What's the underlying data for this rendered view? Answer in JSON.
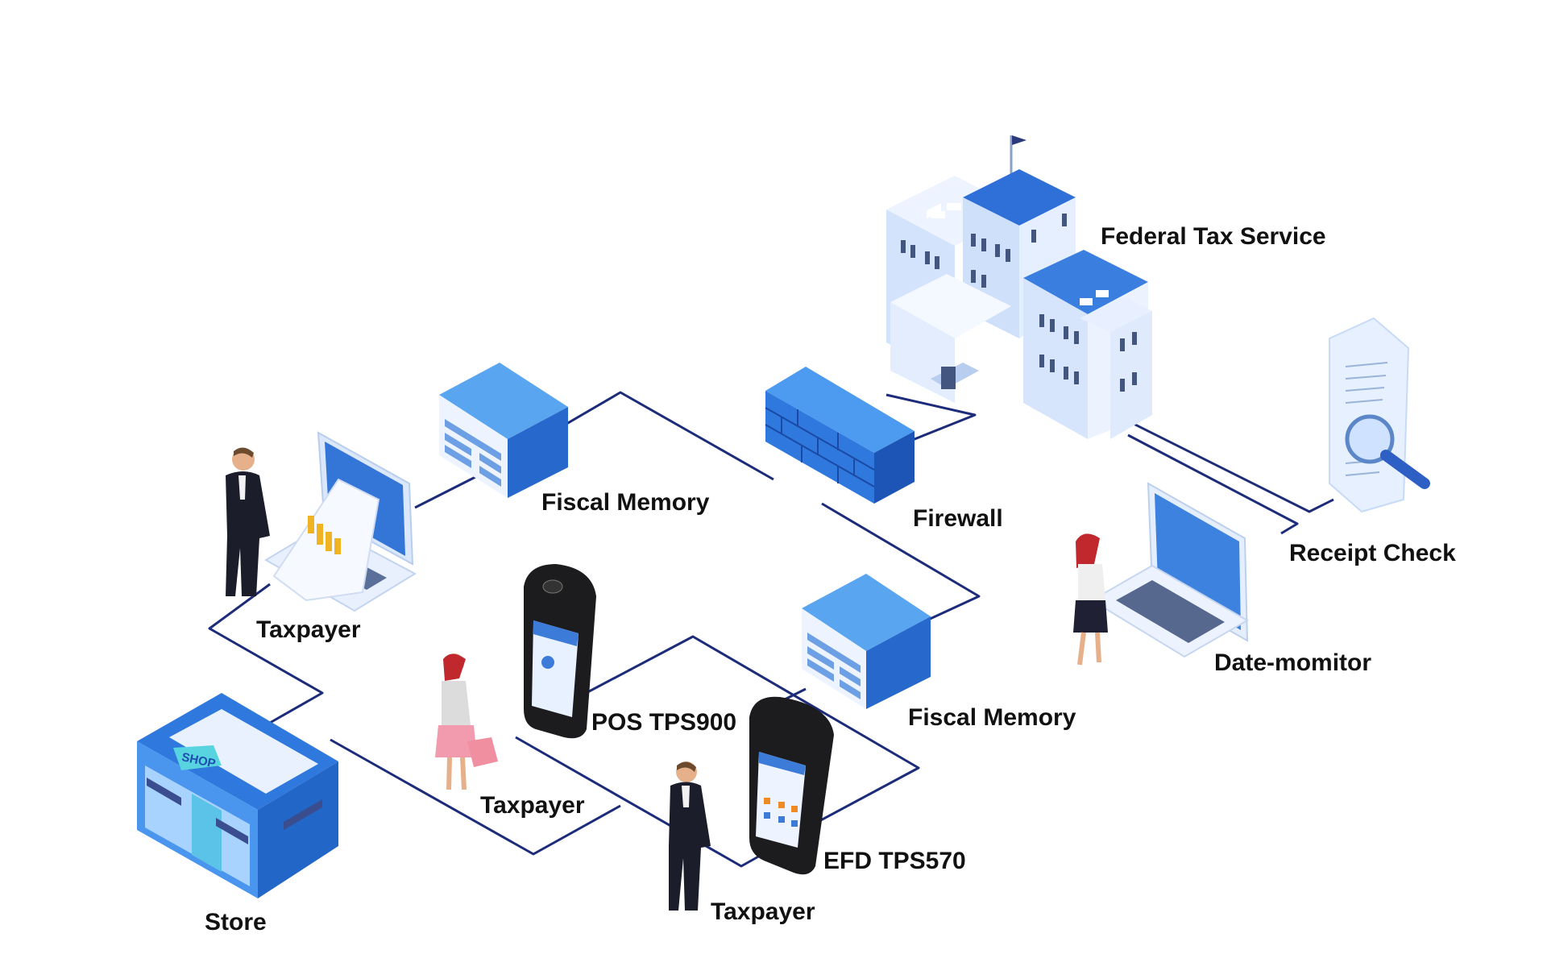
{
  "labels": {
    "federal_tax_service": "Federal Tax Service",
    "fiscal_memory_top": "Fiscal Memory",
    "firewall": "Firewall",
    "receipt_check": "Receipt Check",
    "taxpayer_laptop": "Taxpayer",
    "date_monitor": "Date-momitor",
    "pos_tps900": "POS TPS900",
    "fiscal_memory_bottom": "Fiscal Memory",
    "taxpayer_shopper": "Taxpayer",
    "efd_tps570": "EFD TPS570",
    "taxpayer_efd": "Taxpayer",
    "store": "Store"
  },
  "icon_text": {
    "shop_sign": "SHOP"
  },
  "colors": {
    "line": "#1c2c7a",
    "blue_light": "#6fb3f2",
    "blue_mid": "#3f8fe6",
    "blue_dark": "#2262c2",
    "building_light": "#dceafe",
    "text": "#111111"
  }
}
